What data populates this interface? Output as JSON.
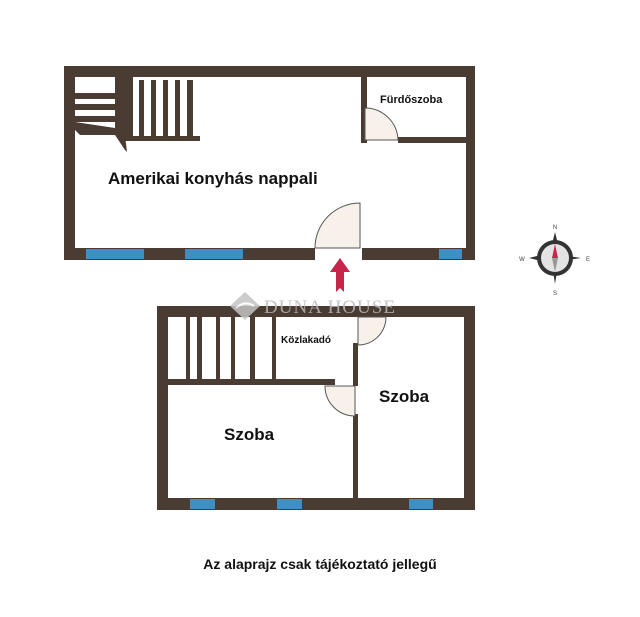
{
  "floor_upper": {
    "living_room_label": "Amerikai konyhás nappali",
    "bathroom_label": "Fürdőszoba"
  },
  "floor_lower": {
    "corridor_label": "Közlakadó",
    "room_left_label": "Szoba",
    "room_right_label": "Szoba"
  },
  "watermark": "DUNA HOUSE",
  "compass": {
    "n": "N",
    "e": "E",
    "s": "S",
    "w": "W"
  },
  "disclaimer": "Az alaprajz csak tájékoztató jellegű",
  "colors": {
    "wall": "#4a3b33",
    "window": "#3f8fc5",
    "entrance_arrow": "#c7264a",
    "door_fill": "#f7f1ea"
  }
}
